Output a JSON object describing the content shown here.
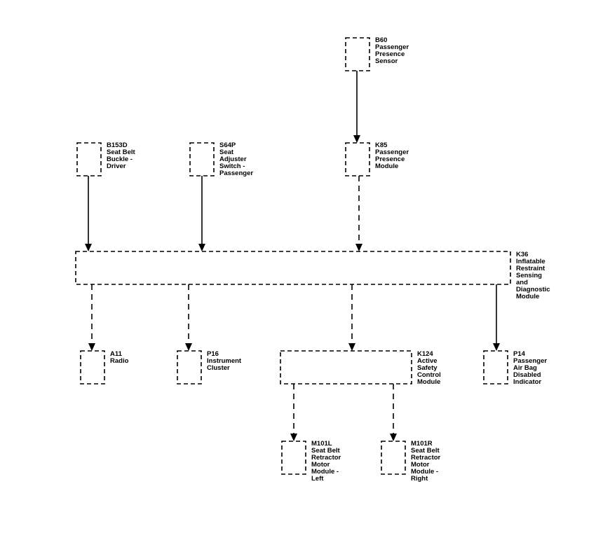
{
  "components": {
    "b60": [
      "B60",
      "Passenger",
      "Presence",
      "Sensor"
    ],
    "b153d": [
      "B153D",
      "Seat Belt",
      "Buckle -",
      "Driver"
    ],
    "s64p": [
      "S64P",
      "Seat",
      "Adjuster",
      "Switch -",
      "Passenger"
    ],
    "k85": [
      "K85",
      "Passenger",
      "Presence",
      "Module"
    ],
    "k36": [
      "K36",
      "Inflatable",
      "Restraint",
      "Sensing",
      "and",
      "Diagnostic",
      "Module"
    ],
    "a11": [
      "A11",
      "Radio"
    ],
    "p16": [
      "P16",
      "Instrument",
      "Cluster"
    ],
    "k124": [
      "K124",
      "Active",
      "Safety",
      "Control",
      "Module"
    ],
    "p14": [
      "P14",
      "Passenger",
      "Air Bag",
      "Disabled",
      "Indicator"
    ],
    "m101l": [
      "M101L",
      "Seat Belt",
      "Retractor",
      "Motor",
      "Module -",
      "Left"
    ],
    "m101r": [
      "M101R",
      "Seat Belt",
      "Retractor",
      "Motor",
      "Module -",
      "Right"
    ]
  }
}
